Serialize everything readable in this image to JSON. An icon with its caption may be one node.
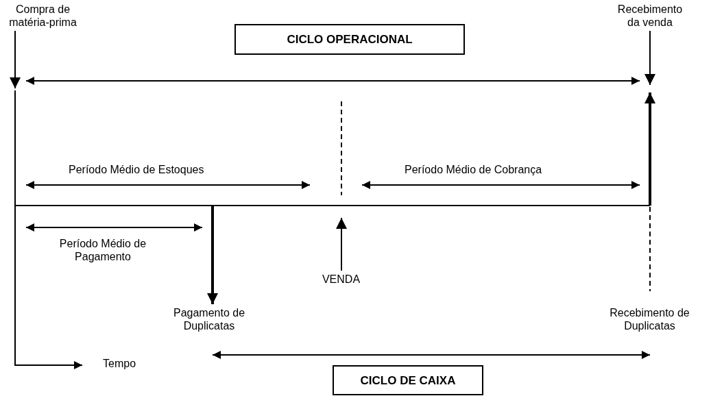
{
  "diagram": {
    "nodes": [
      {
        "text": [
          "CICLO OPERACIONAL"
        ]
      },
      {
        "text": [
          "CICLO DE CAIXA"
        ]
      },
      {
        "text": [
          "Compra de matéria-prima"
        ]
      },
      {
        "text": [
          "Recebimento da venda"
        ]
      },
      {
        "text": [
          "Pagamento de Duplicatas"
        ]
      },
      {
        "text": [
          "VENDA"
        ]
      },
      {
        "text": [
          "Recebimento de Duplicatas"
        ]
      },
      {
        "text": [],
        "shape": "axis"
      }
    ],
    "edges": [
      {
        "from": 2,
        "to": 7,
        "arrow": "to"
      },
      {
        "from": 3,
        "to": null,
        "arrow": "to"
      },
      {
        "from": null,
        "to": 4,
        "arrow": "to",
        "style": "thick"
      },
      {
        "from": 5,
        "to": null,
        "arrow": "to"
      }
    ],
    "labels": [
      "Período Médio de Estoques",
      "Período Médio de Cobrança",
      "Período Médio de Pagamento",
      "Tempo"
    ]
  }
}
